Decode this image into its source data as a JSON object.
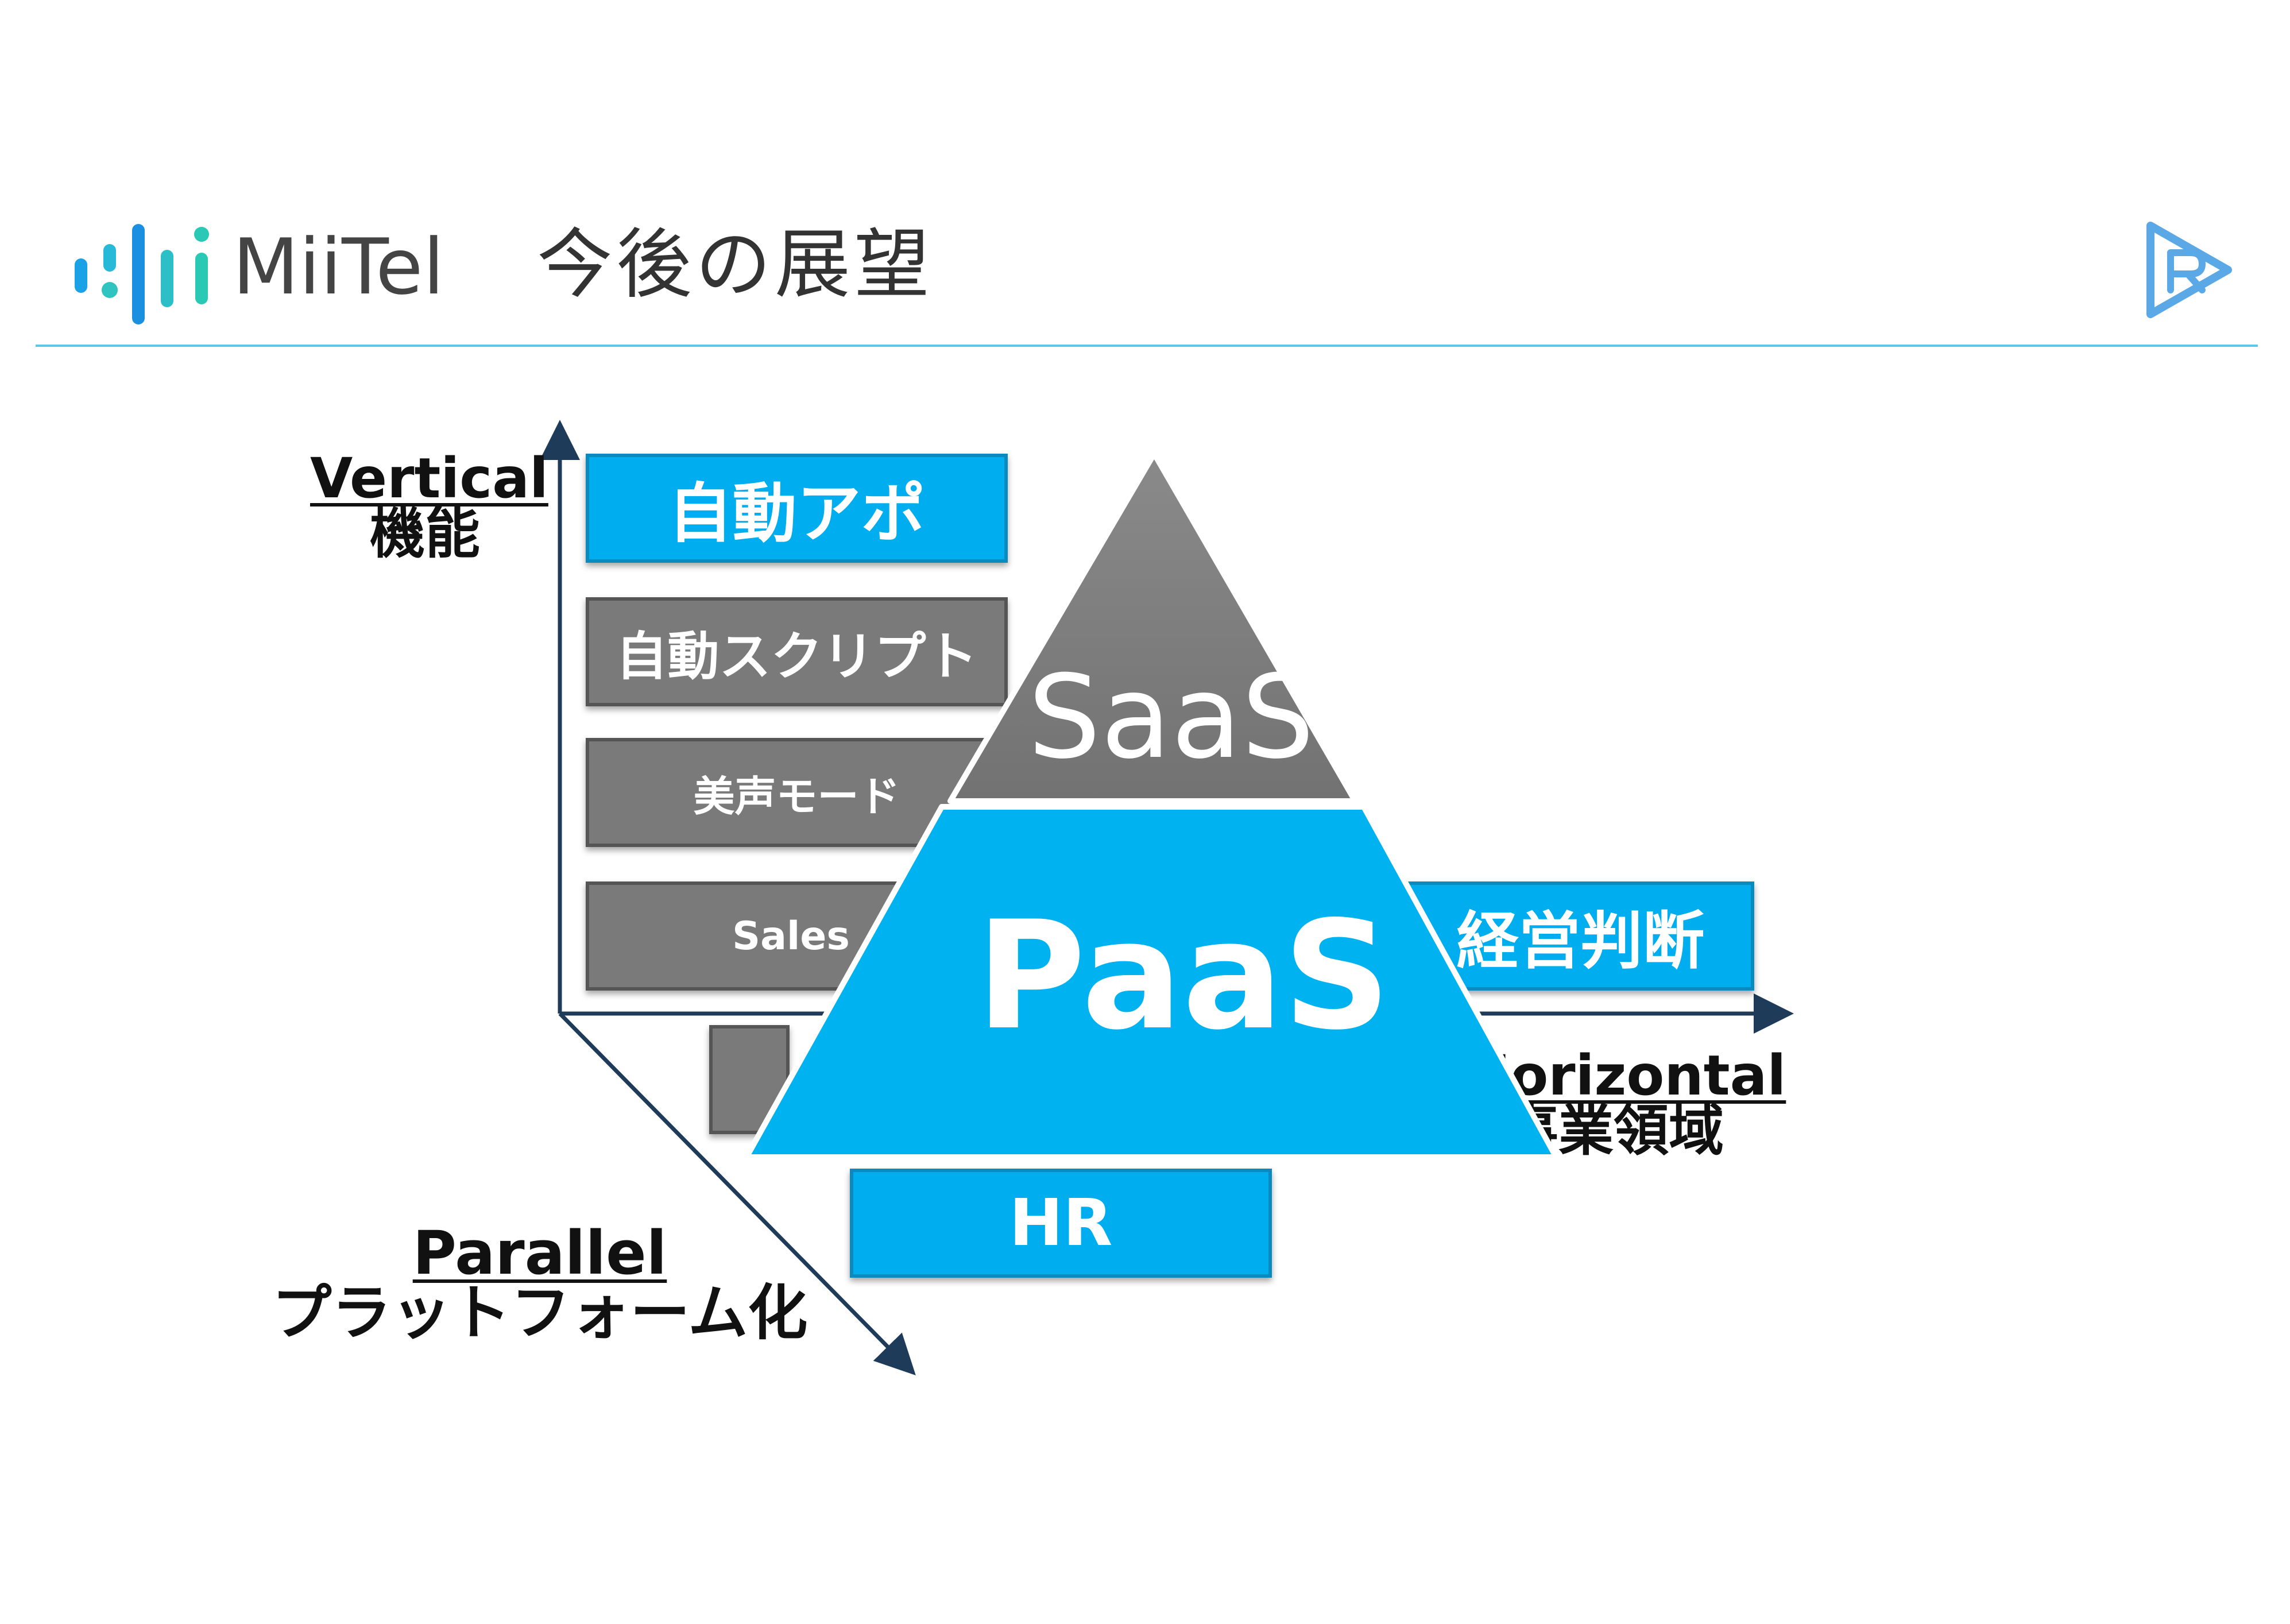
{
  "header": {
    "brand": "MiiTel",
    "title": "今後の展望"
  },
  "colors": {
    "accent": "#00aeef",
    "gray_box": "#7a7a7a",
    "axis": "#1f3b5a",
    "rule": "#5bc8e8"
  },
  "icons": {
    "brand_logo": "audio-bars-icon",
    "corner_logo": "play-r-icon"
  },
  "axes": {
    "vertical": {
      "en": "Vertical",
      "ja": "機能"
    },
    "horizontal": {
      "en": "Horizontal",
      "ja": "事業領域"
    },
    "parallel": {
      "en": "Parallel",
      "ja": "プラットフォーム化"
    }
  },
  "vertical_items": [
    "自動アポ",
    "自動スクリプト",
    "美声モード",
    "Sales"
  ],
  "horizontal_item": "経営判断",
  "parallel_item": "HR",
  "pyramid": {
    "top": "SaaS",
    "bottom": "PaaS"
  }
}
